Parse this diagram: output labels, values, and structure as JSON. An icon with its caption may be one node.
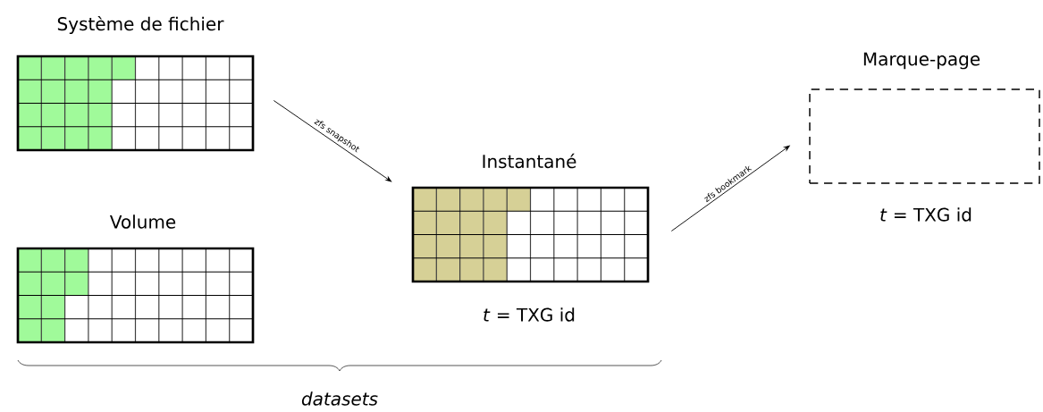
{
  "diagram": {
    "nodes": [
      {
        "text": [
          "Système de fichier"
        ]
      },
      {
        "text": [
          "Volume"
        ]
      },
      {
        "text": [
          "Instantané"
        ],
        "beside": [
          "*t* = TXG id"
        ]
      },
      {
        "text": [
          "Marque-page"
        ],
        "beside": [
          "*t* = TXG id"
        ]
      }
    ],
    "edges": [
      {
        "from": 0,
        "to": 2,
        "arrow": "to",
        "label": "zfs snapshot"
      },
      {
        "from": 2,
        "to": 3,
        "arrow": "to",
        "label": "zfs bookmark"
      }
    ],
    "labels": [
      "datasets"
    ]
  }
}
